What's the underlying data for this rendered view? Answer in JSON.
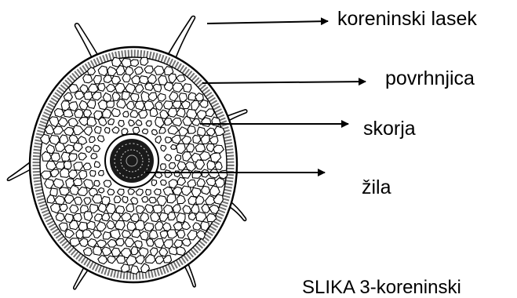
{
  "labels": [
    {
      "text": "koreninski lasek"
    },
    {
      "text": "povrhnjica"
    },
    {
      "text": "skorja"
    },
    {
      "text": "žila"
    }
  ],
  "caption": "SLIKA 3-koreninski",
  "colors": {
    "ink": "#000000",
    "background": "#ffffff",
    "stipple": "#333333"
  }
}
